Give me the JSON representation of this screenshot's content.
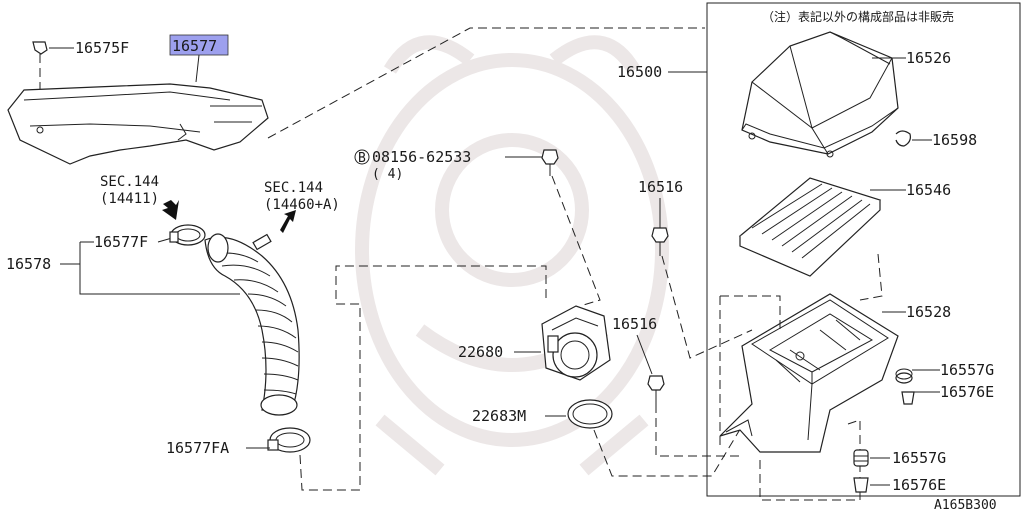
{
  "note": "（注）表記以外の構成部品は非販売",
  "reference_code": "A165B300",
  "highlight_color": "#9da0ee",
  "highlighted_part": "16577",
  "parts": {
    "p16575F": "16575F",
    "p16577": "16577",
    "p16500": "16500",
    "p16526": "16526",
    "p16598": "16598",
    "p16546": "16546",
    "p16528": "16528",
    "p16557G_a": "16557G",
    "p16576E_a": "16576E",
    "p16557G_b": "16557G",
    "p16576E_b": "16576E",
    "p16516_a": "16516",
    "p16516_b": "16516",
    "p22680": "22680",
    "p22683M": "22683M",
    "p16578": "16578",
    "p16577F": "16577F",
    "p16577FA": "16577FA",
    "bolt_symbol": "B",
    "bolt_number": "08156-62533",
    "bolt_qty": "( 4)"
  },
  "sections": {
    "left_title": "SEC.144",
    "left_ref": "(14411)",
    "right_title": "SEC.144",
    "right_ref": "(14460+A)"
  }
}
